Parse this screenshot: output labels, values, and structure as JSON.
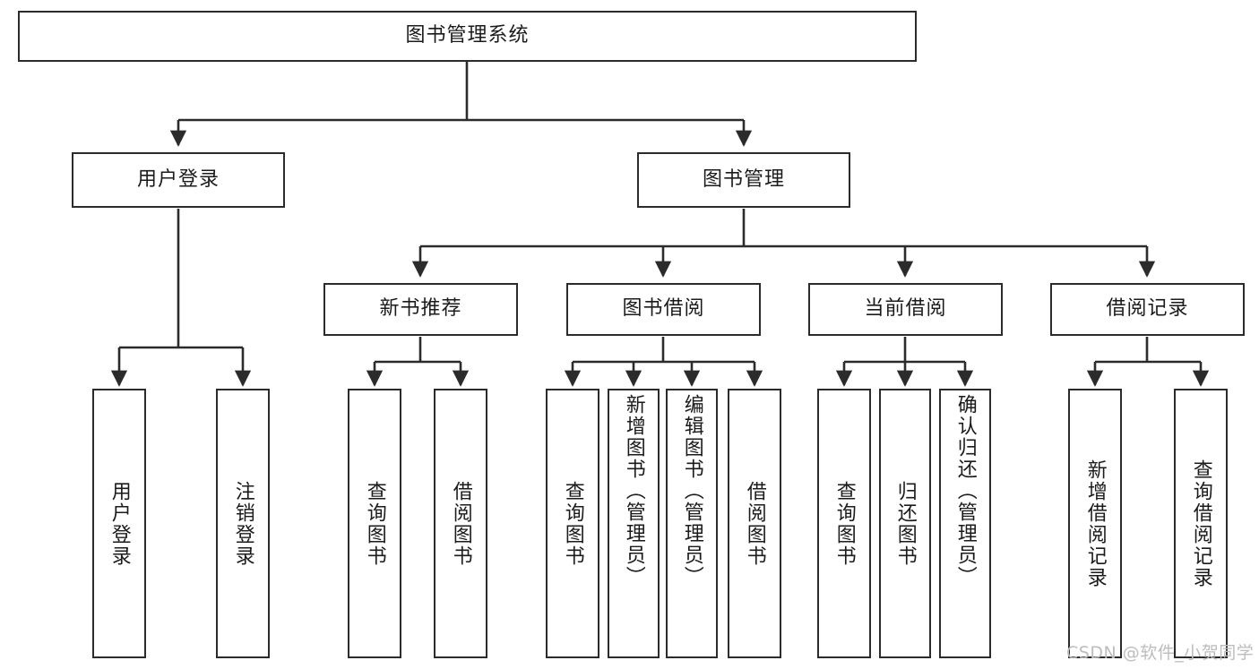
{
  "diagram": {
    "type": "tree-hierarchy-diagram",
    "title": "图书管理系统",
    "stroke_color": "#2b2b2b",
    "background_color": "#ffffff",
    "text_color": "#1b1b1b",
    "root": {
      "label": "图书管理系统"
    },
    "level2": [
      {
        "label": "用户登录"
      },
      {
        "label": "图书管理"
      }
    ],
    "level3": [
      {
        "label": "新书推荐"
      },
      {
        "label": "图书借阅"
      },
      {
        "label": "当前借阅"
      },
      {
        "label": "借阅记录"
      }
    ],
    "leaves": {
      "user_login": [
        {
          "label": "用户登录"
        },
        {
          "label": "注销登录"
        }
      ],
      "new_book_recommend": [
        {
          "label": "查询图书"
        },
        {
          "label": "借阅图书"
        }
      ],
      "book_borrow": [
        {
          "label": "查询图书"
        },
        {
          "label": "新增图书（管理员）"
        },
        {
          "label": "编辑图书（管理员）"
        },
        {
          "label": "借阅图书"
        }
      ],
      "current_borrow": [
        {
          "label": "查询图书"
        },
        {
          "label": "归还图书"
        },
        {
          "label": "确认归还（管理员）"
        }
      ],
      "borrow_record": [
        {
          "label": "新增借阅记录"
        },
        {
          "label": "查询借阅记录"
        }
      ]
    }
  },
  "watermark": {
    "text": "CSDN @软件_小贺同学"
  }
}
